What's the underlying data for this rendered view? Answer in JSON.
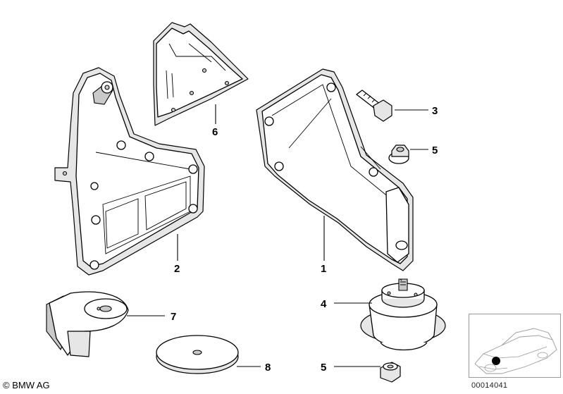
{
  "callouts": [
    {
      "id": "1",
      "label": "1"
    },
    {
      "id": "2",
      "label": "2"
    },
    {
      "id": "3",
      "label": "3"
    },
    {
      "id": "4",
      "label": "4"
    },
    {
      "id": "5a",
      "label": "5"
    },
    {
      "id": "5b",
      "label": "5"
    },
    {
      "id": "6",
      "label": "6"
    },
    {
      "id": "7",
      "label": "7"
    },
    {
      "id": "8",
      "label": "8"
    }
  ],
  "footer": {
    "copyright": "© BMW AG",
    "diagram_code": "00014041"
  },
  "colors": {
    "line": "#000000",
    "shade": "#e6e6e6",
    "marker": "#000000"
  }
}
